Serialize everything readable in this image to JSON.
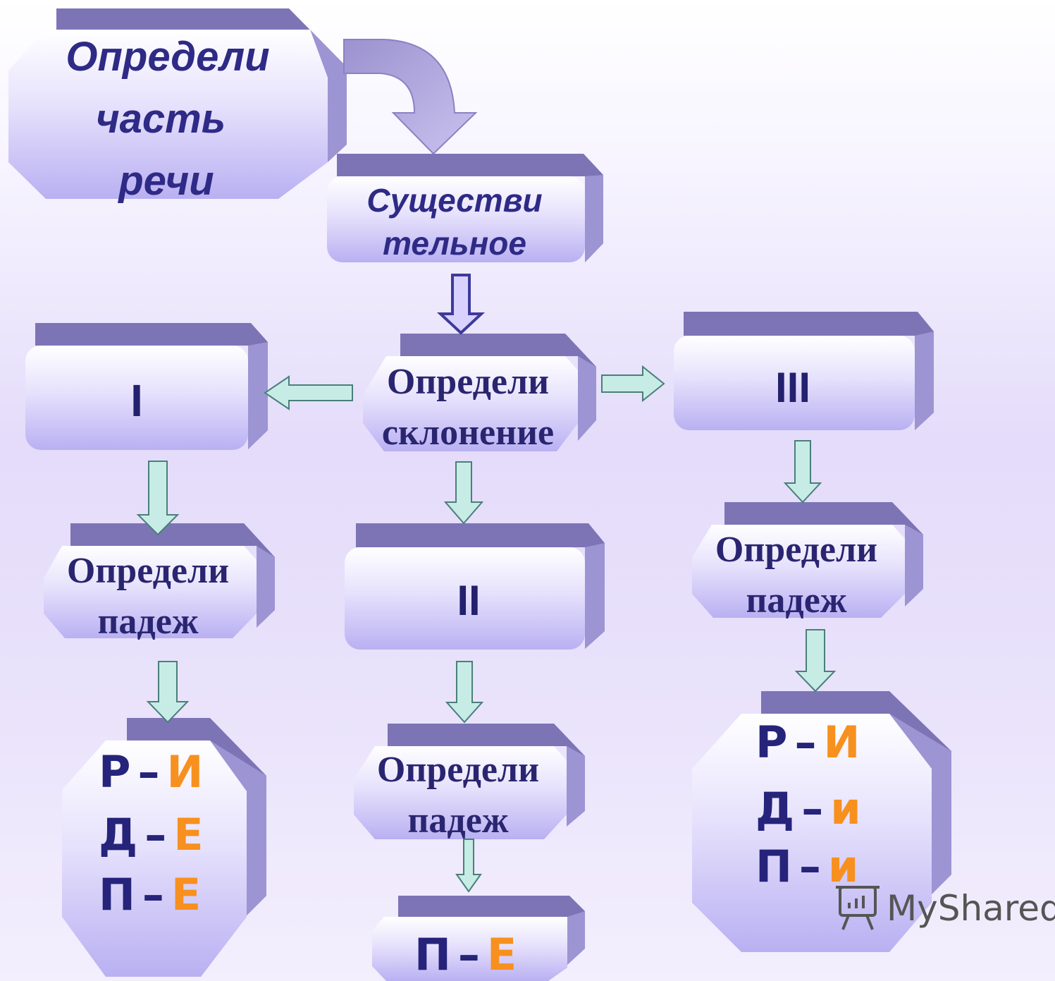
{
  "colors": {
    "box_face_top": "#ffffff",
    "box_face_bottom": "#b9b0f2",
    "box_top_edge": "#7d74b6",
    "box_side_edge": "#9d94d3",
    "arrow_teal_fill": "#c7ece6",
    "arrow_violet_fill": "#d9d2ff",
    "text_navy": "#2e2a86",
    "ending_orange": "#f7901e"
  },
  "nodes": {
    "start": {
      "lines": [
        "Определи",
        "часть",
        "речи"
      ]
    },
    "noun": {
      "lines": [
        "Существи",
        "тельное"
      ]
    },
    "declension_question": {
      "lines": [
        "Определи",
        "склонение"
      ]
    },
    "decl_1": {
      "label": "I"
    },
    "decl_2": {
      "label": "II"
    },
    "decl_3": {
      "label": "III"
    },
    "case_1": {
      "lines": [
        "Определи",
        "падеж"
      ]
    },
    "case_2": {
      "lines": [
        "Определи",
        "падеж"
      ]
    },
    "case_3": {
      "lines": [
        "Определи",
        "падеж"
      ]
    },
    "endings_1": {
      "rows": [
        {
          "case": "Р",
          "dash": "–",
          "ending": "И"
        },
        {
          "case": "Д",
          "dash": "–",
          "ending": "Е"
        },
        {
          "case": "П",
          "dash": "–",
          "ending": "Е"
        }
      ]
    },
    "endings_2": {
      "rows": [
        {
          "case": "П",
          "dash": "–",
          "ending": "Е"
        }
      ]
    },
    "endings_3": {
      "rows": [
        {
          "case": "Р",
          "dash": "–",
          "ending": "И"
        },
        {
          "case": "Д",
          "dash": "–",
          "ending": "и"
        },
        {
          "case": "П",
          "dash": "–",
          "ending": "и"
        }
      ]
    }
  },
  "watermark": {
    "text": "MyShared",
    "icon": "presentation-board-icon"
  }
}
